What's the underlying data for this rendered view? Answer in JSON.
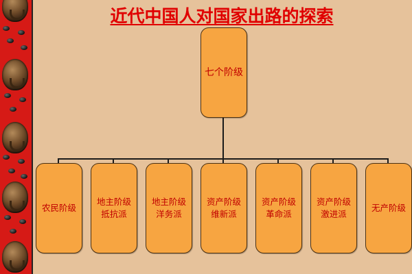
{
  "title": "近代中国人对国家出路的探索",
  "root": {
    "line1": "七个阶级"
  },
  "classes": [
    {
      "line1": "农民阶级",
      "line2": ""
    },
    {
      "line1": "地主阶级",
      "line2": "抵抗派"
    },
    {
      "line1": "地主阶级",
      "line2": "洋务派"
    },
    {
      "line1": "资产阶级",
      "line2": "维新派"
    },
    {
      "line1": "资产阶级",
      "line2": "革命派"
    },
    {
      "line1": "资产阶级",
      "line2": "激进派"
    },
    {
      "line1": "无产阶级",
      "line2": ""
    }
  ],
  "colors": {
    "background": "#e6c29b",
    "box_fill": "#f7a541",
    "text_red": "#c00000",
    "title_red": "#e00000",
    "border_strip": "#d61a16"
  },
  "decoration": {
    "left_border_icon": "lion-door-knocker-icon"
  }
}
